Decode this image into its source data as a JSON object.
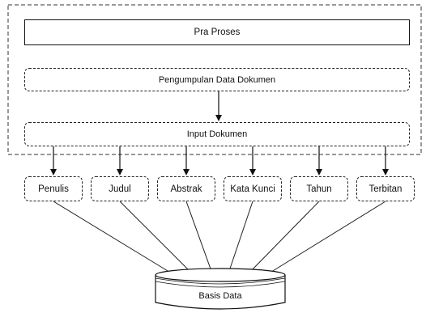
{
  "diagram": {
    "pra_proses": "Pra Proses",
    "pengumpulan": "Pengumpulan Data Dokumen",
    "input": "Input Dokumen",
    "fields": [
      "Penulis",
      "Judul",
      "Abstrak",
      "Kata Kunci",
      "Tahun",
      "Terbitan"
    ],
    "database": "Basis Data"
  }
}
